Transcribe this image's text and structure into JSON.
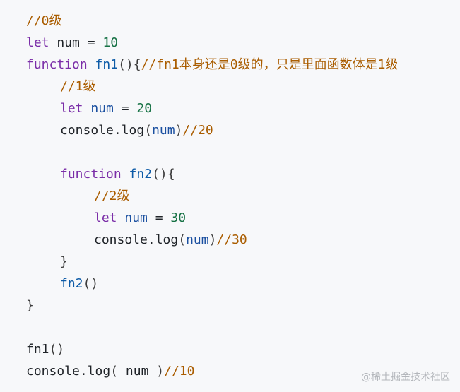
{
  "code": {
    "l1": {
      "comment": "//0级"
    },
    "l2": {
      "kw": "let",
      "var": "num",
      "op": " = ",
      "num": "10"
    },
    "l3": {
      "kw": "function",
      "fn": "fn1",
      "punc": "(){",
      "comment": "//fn1本身还是0级的，只是里面函数体是1级"
    },
    "l4": {
      "comment": "//1级"
    },
    "l5": {
      "kw": "let",
      "var": "num",
      "op": " = ",
      "num": "20"
    },
    "l6": {
      "obj": "console.log",
      "open": "(",
      "arg": "num",
      "close": ")",
      "comment": "//20"
    },
    "l8": {
      "kw": "function",
      "fn": "fn2",
      "punc": "(){"
    },
    "l9": {
      "comment": "//2级"
    },
    "l10": {
      "kw": "let",
      "var": "num",
      "op": " = ",
      "num": "30"
    },
    "l11": {
      "obj": "console.log",
      "open": "(",
      "arg": "num",
      "close": ")",
      "comment": "//30"
    },
    "l12": {
      "punc": "}"
    },
    "l13": {
      "fn": "fn2",
      "punc": "()"
    },
    "l14": {
      "punc": "}"
    },
    "l16": {
      "fn": "fn1",
      "punc": "()"
    },
    "l17": {
      "obj": "console.log",
      "open": "( ",
      "arg": "num",
      "close": " )",
      "comment": "//10"
    }
  },
  "watermark": "@稀土掘金技术社区"
}
